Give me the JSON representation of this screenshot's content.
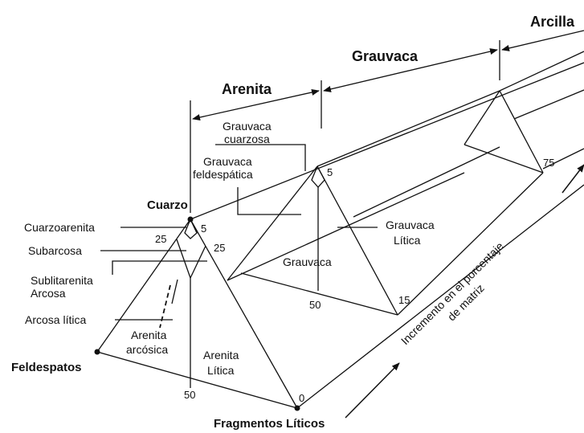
{
  "header_labels": {
    "arcilla": "Arcilla",
    "grauvaca": "Grauvaca",
    "arenita": "Arenita"
  },
  "vertices": {
    "cuarzo": "Cuarzo",
    "feldespatos": "Feldespatos",
    "fragmentos_liticos": "Fragmentos Líticos"
  },
  "field_labels": {
    "cuarzoarenita": "Cuarzoarenita",
    "subarcosa": "Subarcosa",
    "sublitarenita": "Sublitarenita",
    "arcosa": "Arcosa",
    "arcosa_litica": "Arcosa lítica",
    "arenita_arcosica_1": "Arenita",
    "arenita_arcosica_2": "arcósica",
    "arenita_litica_1": "Arenita",
    "arenita_litica_2": "Lítica",
    "grauvaca_cuarzosa_1": "Grauvaca",
    "grauvaca_cuarzosa_2": "cuarzosa",
    "grauvaca_feldespatica_1": "Grauvaca",
    "grauvaca_feldespatica_2": "feldespática",
    "grauvaca_litica_1": "Grauvaca",
    "grauvaca_litica_2": "Lítica",
    "grauvaca_center": "Grauvaca"
  },
  "numbers": {
    "front_top_5": "5",
    "front_left_25": "25",
    "front_right_25": "25",
    "front_base_50": "50",
    "front_corner_0": "0",
    "mid_top_5": "5",
    "mid_base_50": "50",
    "mid_corner_15": "15",
    "back_corner_75": "75"
  },
  "axis_label_1": "Incremento en el porcentaje",
  "axis_label_2": "de matriz"
}
